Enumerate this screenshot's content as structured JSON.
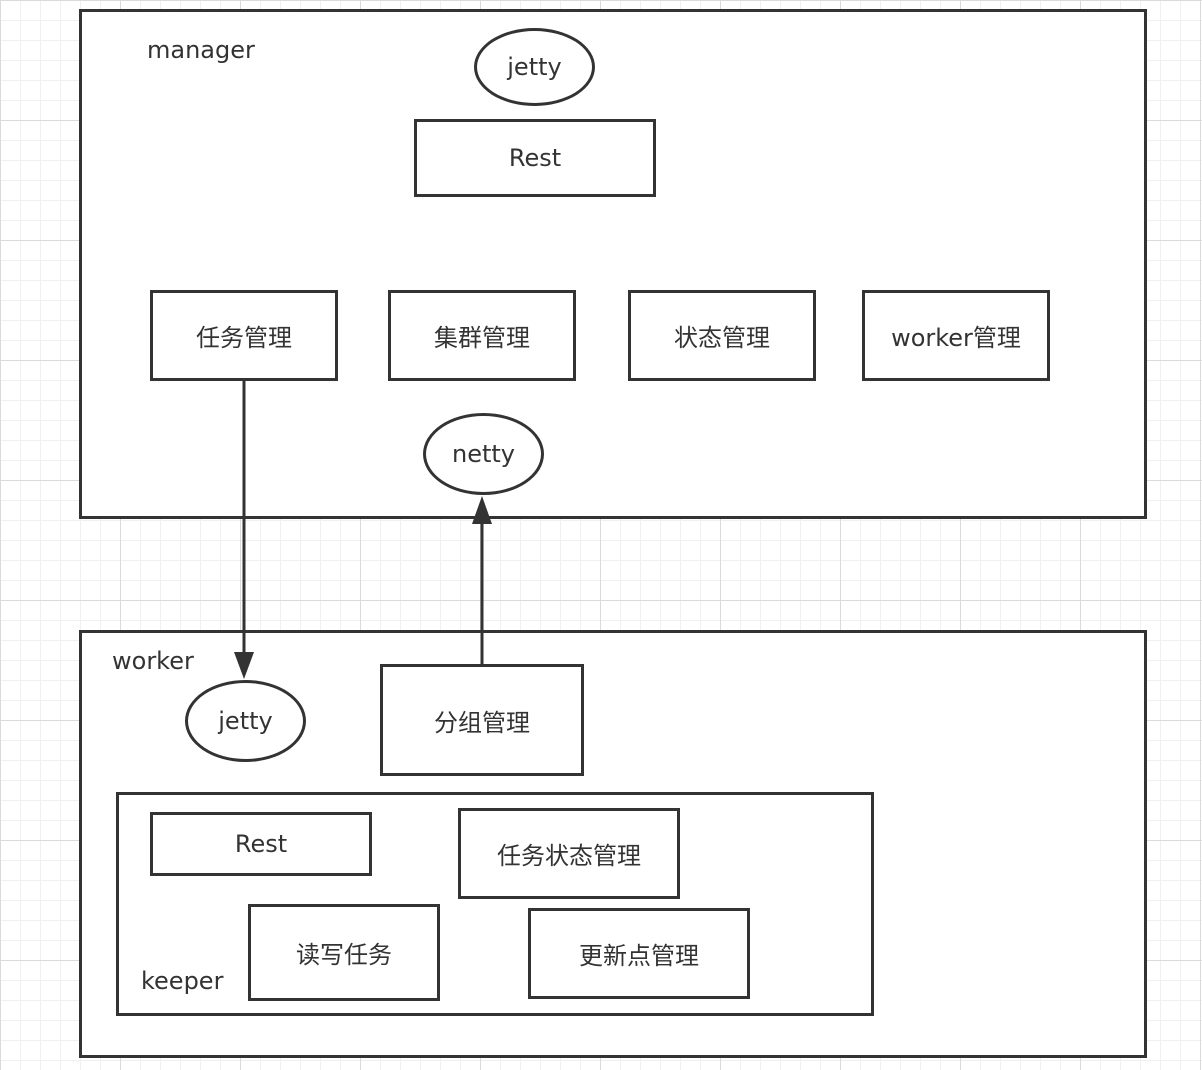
{
  "manager": {
    "label": "manager",
    "jetty": "jetty",
    "rest": "Rest",
    "task_mgmt": "任务管理",
    "cluster_mgmt": "集群管理",
    "status_mgmt": "状态管理",
    "worker_mgmt": "worker管理",
    "netty": "netty"
  },
  "worker": {
    "label": "worker",
    "jetty": "jetty",
    "group_mgmt": "分组管理",
    "keeper": {
      "label": "keeper",
      "rest": "Rest",
      "task_status_mgmt": "任务状态管理",
      "read_write_task": "读写任务",
      "update_point_mgmt": "更新点管理"
    }
  },
  "colors": {
    "stroke": "#333333",
    "background": "#ffffff",
    "grid": "#dadada"
  }
}
